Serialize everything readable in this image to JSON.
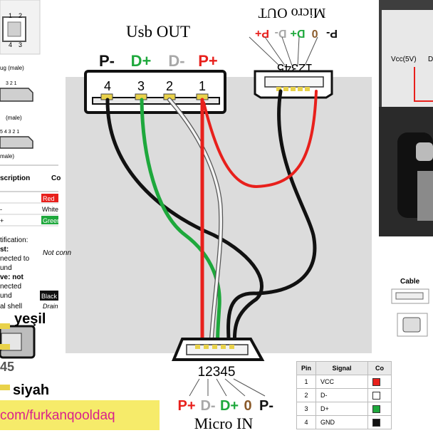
{
  "colors": {
    "red": "#e8201c",
    "green": "#1ea83c",
    "gray": "#a8a8a8",
    "black": "#111111",
    "white_wire": "#f4f4f4",
    "magenta": "#d9208c",
    "gold": "#e9d24a"
  },
  "usb_out": {
    "title": "Usb OUT",
    "pin_labels": [
      "P-",
      "D+",
      "D-",
      "P+"
    ],
    "pin_numbers": [
      "4",
      "3",
      "2",
      "1"
    ]
  },
  "micro_out": {
    "title": "Micro OUT",
    "pin_labels": [
      "P-",
      "0",
      "D+",
      "D-",
      "P+"
    ],
    "pin_numbers": "12345"
  },
  "micro_in": {
    "title": "Micro IN",
    "pin_labels": [
      "P+",
      "D-",
      "D+",
      "0",
      "P-"
    ],
    "pin_numbers": "12345"
  },
  "left_panel": {
    "top_numbers": [
      "1",
      "2",
      "4",
      "3"
    ],
    "plug_captions": [
      "ug (male)",
      "(male)",
      "male)"
    ],
    "plug_pin_rows": [
      "3 2 1",
      "5 4 3 2 1"
    ],
    "table_header": [
      "scription",
      "Co"
    ],
    "rows": [
      {
        "desc": "",
        "color": "Red"
      },
      {
        "desc": "-",
        "color": "White"
      },
      {
        "desc": "+",
        "color": "Green"
      }
    ],
    "identification_lines": [
      "tification:",
      "st:",
      "nected to",
      "und",
      "ve: not",
      "nected",
      "und"
    ],
    "not_connected": "Not conn",
    "black_label": "Black",
    "shell_desc": "al shell",
    "shell_value": "Drain"
  },
  "annotations": {
    "yesil": "yeşil",
    "siyah": "siyah",
    "num_45": "45",
    "url": "com/furkanqooldaq"
  },
  "photo": {
    "vcc_label": "Vcc(5V)",
    "d_label": "D"
  },
  "cable_label": "Cable",
  "pin_table": {
    "headers": [
      "Pin",
      "Signal",
      "Co"
    ],
    "rows": [
      {
        "pin": "1",
        "signal": "VCC",
        "swatch": "#e8201c"
      },
      {
        "pin": "2",
        "signal": "D-",
        "swatch": "#ffffff"
      },
      {
        "pin": "3",
        "signal": "D+",
        "swatch": "#1ea83c"
      },
      {
        "pin": "4",
        "signal": "GND",
        "swatch": "#111111"
      }
    ]
  }
}
